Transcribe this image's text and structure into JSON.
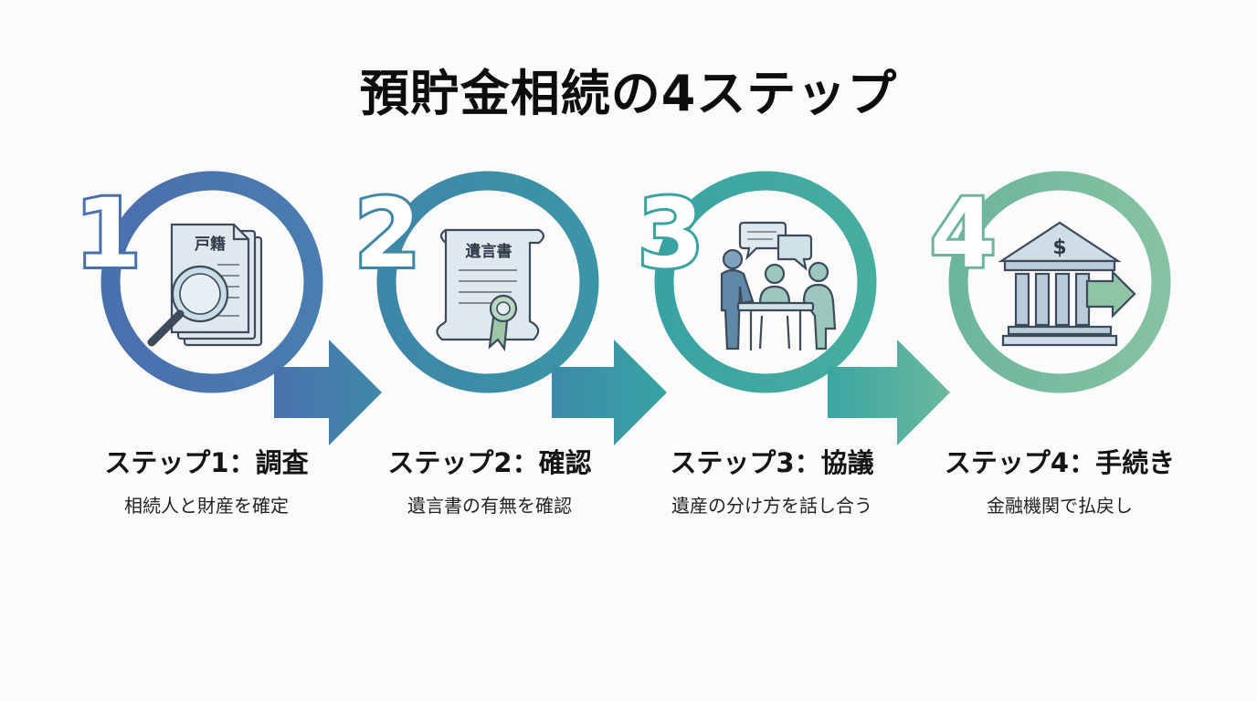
{
  "title": "預貯金相続の4ステップ",
  "colors": {
    "step1": "#4a72ad",
    "step2": "#3e8aa8",
    "step3": "#3aa8a2",
    "step4": "#76b89a",
    "icon_stroke": "#3d4a5c",
    "icon_fill": "#dbe7ea"
  },
  "steps": [
    {
      "number": "1",
      "title": "ステップ1：調査",
      "description": "相続人と財産を確定",
      "icon": "document-magnifier-icon",
      "icon_label": "戸籍"
    },
    {
      "number": "2",
      "title": "ステップ2：確認",
      "description": "遺言書の有無を確認",
      "icon": "will-scroll-icon",
      "icon_label": "遺言書"
    },
    {
      "number": "3",
      "title": "ステップ3：協議",
      "description": "遺産の分け方を話し合う",
      "icon": "meeting-discussion-icon"
    },
    {
      "number": "4",
      "title": "ステップ4：手続き",
      "description": "金融機関で払戻し",
      "icon": "bank-transfer-icon"
    }
  ]
}
